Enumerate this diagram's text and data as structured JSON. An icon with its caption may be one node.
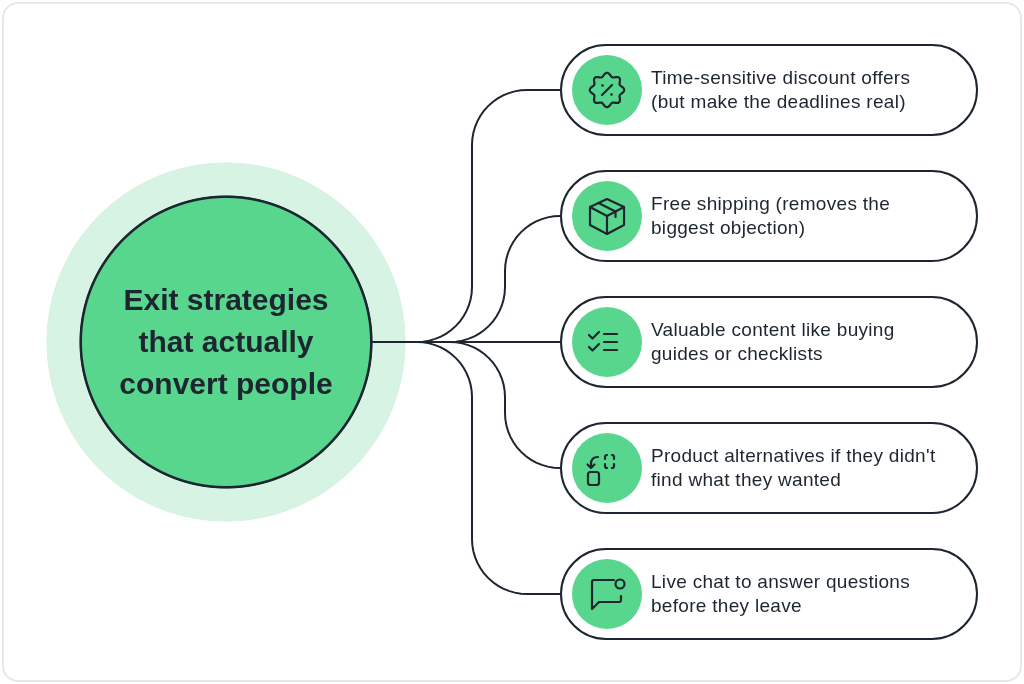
{
  "diagram": {
    "nodes": [
      {
        "text": [
          "Exit strategies that actually convert people"
        ]
      },
      {
        "text": [
          "Time-sensitive discount offers (but make the deadlines real)"
        ]
      },
      {
        "text": [
          "Free shipping (removes the biggest objection)"
        ]
      },
      {
        "text": [
          "Valuable content like buying guides or checklists"
        ]
      },
      {
        "text": [
          "Product alternatives if they didn't find what they wanted"
        ]
      },
      {
        "text": [
          "Live chat to answer questions before they leave"
        ]
      }
    ],
    "edges": [
      {
        "from": 0,
        "to": 1,
        "arrow": "none"
      },
      {
        "from": 0,
        "to": 2,
        "arrow": "none"
      },
      {
        "from": 0,
        "to": 3,
        "arrow": "none"
      },
      {
        "from": 0,
        "to": 4,
        "arrow": "none"
      },
      {
        "from": 0,
        "to": 5,
        "arrow": "none"
      }
    ]
  }
}
